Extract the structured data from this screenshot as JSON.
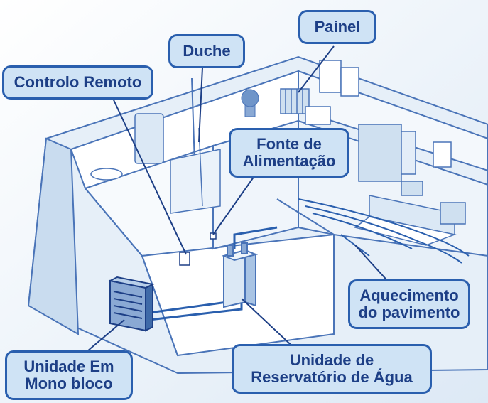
{
  "labels": {
    "painel": "Painel",
    "duche": "Duche",
    "controlo_remoto": "Controlo Remoto",
    "fonte_line1": "Fonte de",
    "fonte_line2": "Alimentação",
    "aquecimento_line1": "Aquecimento",
    "aquecimento_line2": "do pavimento",
    "unidade_mono_line1": "Unidade Em",
    "unidade_mono_line2": "Mono bloco",
    "reservatorio_line1": "Unidade de",
    "reservatorio_line2": "Reservatório de Água"
  },
  "colors": {
    "label_fill": "#cfe3f5",
    "label_border": "#2a5fae",
    "label_text": "#1d3f86",
    "line_color": "#1d3f86",
    "house_fill": "#ffffff",
    "house_shade": "#c9dcef",
    "outline": "#4a74b8"
  }
}
